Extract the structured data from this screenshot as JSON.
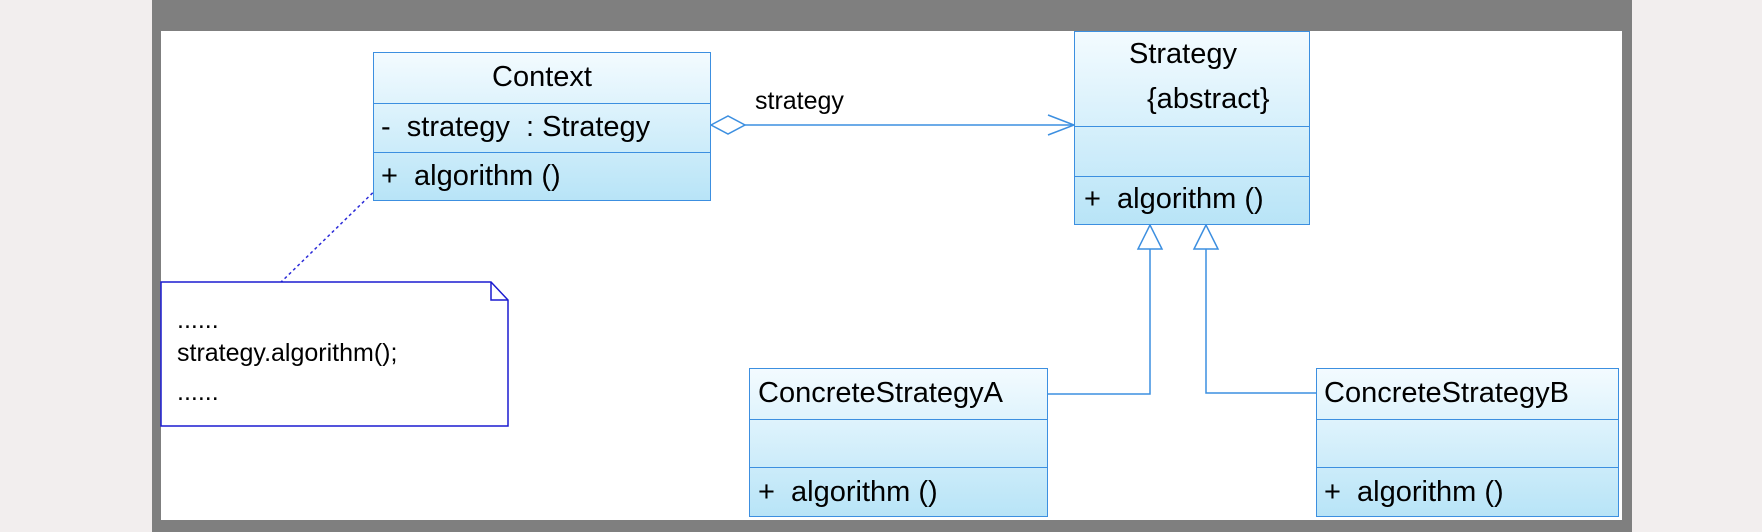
{
  "diagram": {
    "context": {
      "name": "Context",
      "attribute": "-  strategy  : Strategy",
      "operation": "+  algorithm ()"
    },
    "strategy": {
      "name": "Strategy",
      "stereotype": "{abstract}",
      "operation": "+  algorithm ()"
    },
    "concrete_a": {
      "name": "ConcreteStrategyA",
      "operation": "+  algorithm ()"
    },
    "concrete_b": {
      "name": "ConcreteStrategyB",
      "operation": "+  algorithm ()"
    },
    "association_label": "strategy",
    "note": {
      "line1": "......",
      "line2": "strategy.algorithm();",
      "line3": "......"
    },
    "colors": {
      "border": "#3c8fe0",
      "gradient_top": "#f3fbff",
      "gradient_bottom": "#b8e4f7",
      "note_border": "#1b1bd0",
      "frame": "#7f7f7f"
    }
  }
}
